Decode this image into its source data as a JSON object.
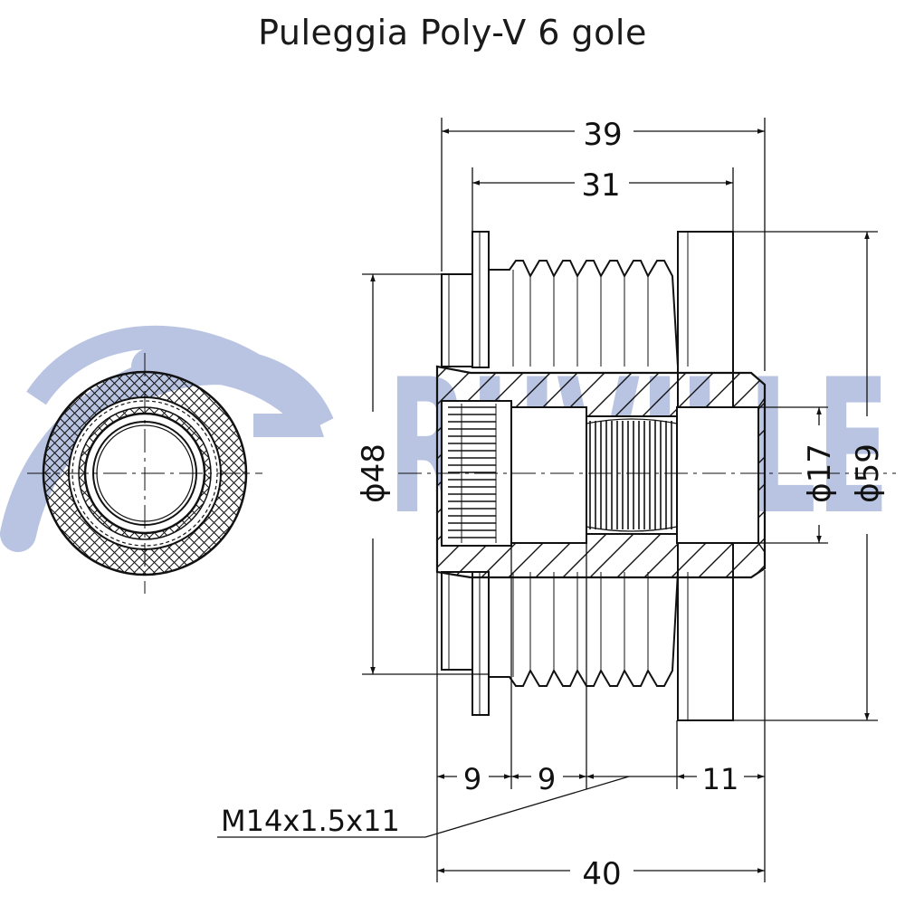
{
  "title": "Puleggia Poly-V 6 gole",
  "watermark": "RUVILLE",
  "dimensions": {
    "total_width_top": "39",
    "pulley_width": "31",
    "diameter_outer_groove": "ϕ48",
    "diameter_bore": "ϕ17",
    "diameter_flange": "ϕ59",
    "seg_a": "9",
    "seg_b": "9",
    "seg_c": "11",
    "thread": "M14x1.5x11",
    "total_width_bottom": "40"
  },
  "colors": {
    "watermark": "#b9c4e2",
    "line": "#111111",
    "background": "#ffffff"
  }
}
